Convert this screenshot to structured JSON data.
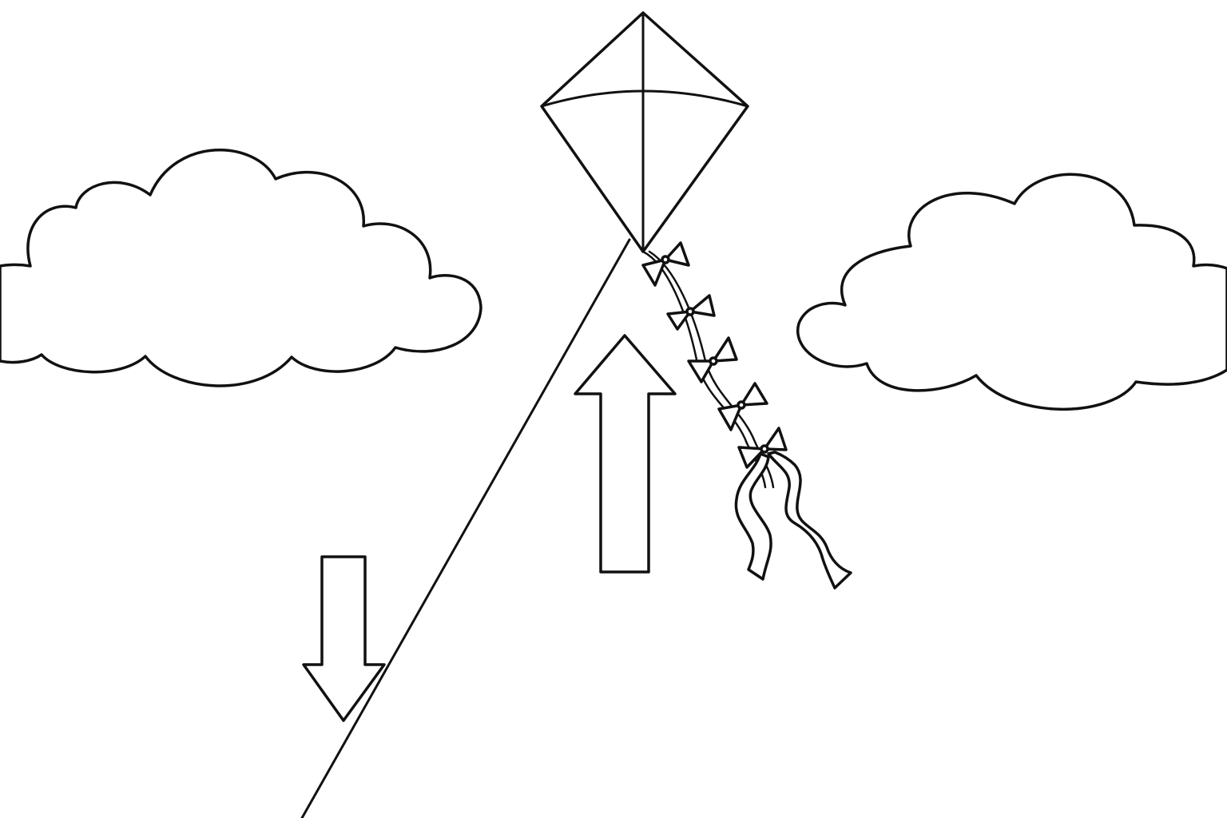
{
  "scene": {
    "background_color": "#ffffff",
    "ink_color": "#111111",
    "elements": [
      "cloud",
      "cloud",
      "kite",
      "kite-string",
      "kite-tail",
      "up-arrow",
      "down-arrow"
    ],
    "tail_bows": 5,
    "tail_ribbons": 2
  }
}
